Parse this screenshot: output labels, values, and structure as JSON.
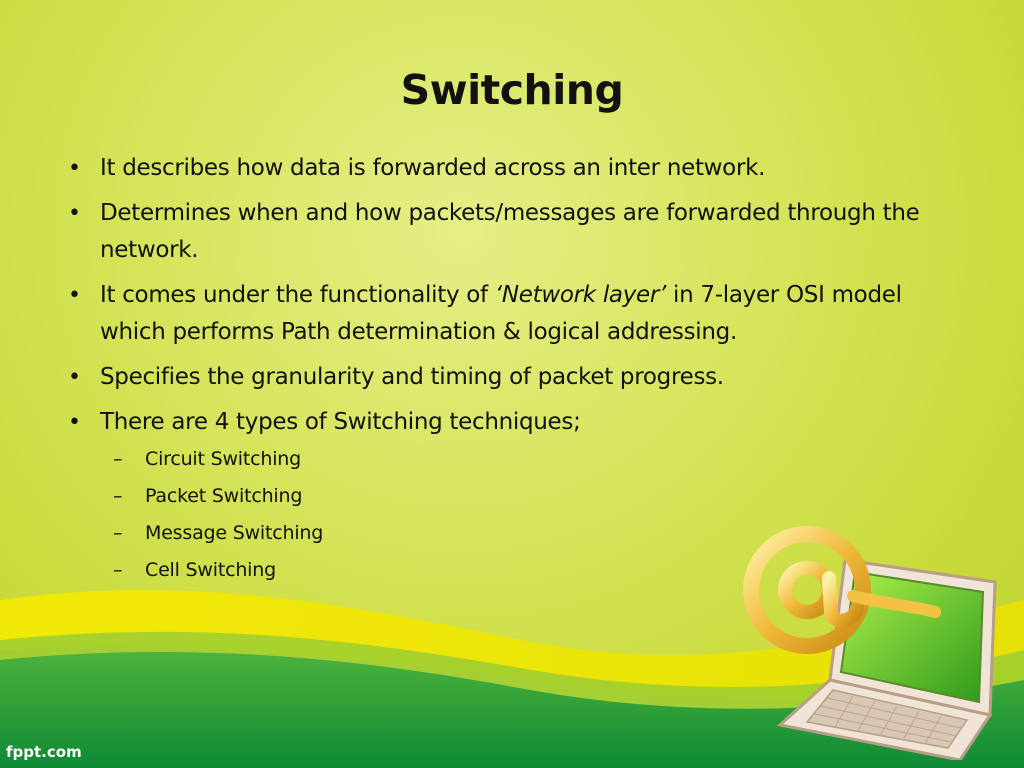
{
  "slide": {
    "title": "Switching",
    "bullets": [
      {
        "text": "It describes how data is forwarded across an inter network."
      },
      {
        "text": "Determines when and how packets/messages are forwarded through the network."
      },
      {
        "pre": "It comes under the functionality of ",
        "em": "‘Network layer’",
        "post": " in 7-layer OSI model which performs Path determination & logical addressing."
      },
      {
        "text": " Specifies the granularity and  timing of packet progress."
      },
      {
        "text": "There are 4 types of Switching techniques;"
      }
    ],
    "bullet_symbol": "•",
    "sub_symbol": "–",
    "sub_items": [
      "Circuit Switching",
      "Packet Switching",
      "Message Switching",
      "Cell Switching"
    ],
    "brand": "fppt.com"
  },
  "icons": {
    "clipart": "laptop-with-at-sign-icon"
  },
  "colors": {
    "background": "#d6e45a",
    "wave_dark": "#1f9a3a",
    "wave_yellow": "#f2e600",
    "text": "#111111"
  }
}
